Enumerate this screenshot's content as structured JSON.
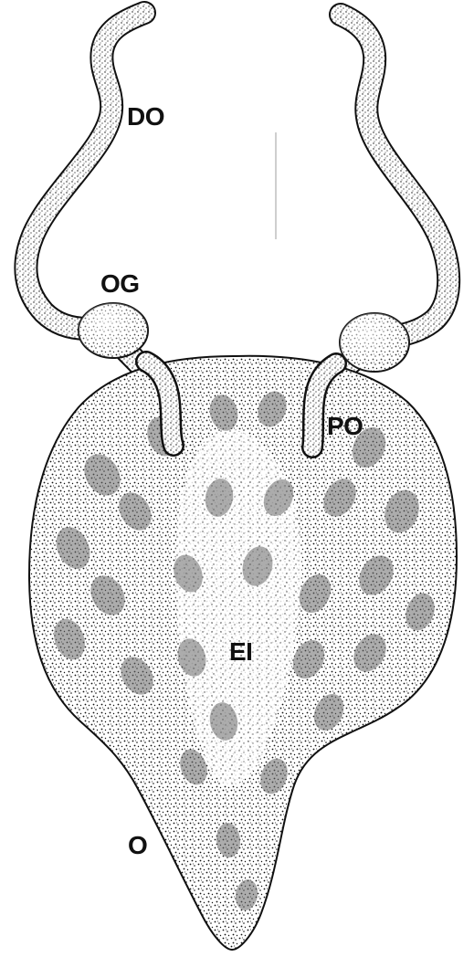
{
  "labels": {
    "do": "DO",
    "og": "OG",
    "po": "PO",
    "ei": "EI",
    "o": "O"
  },
  "colors": {
    "ink": "#111111",
    "paper": "#ffffff",
    "egg_shade": "#6a6a6a"
  }
}
